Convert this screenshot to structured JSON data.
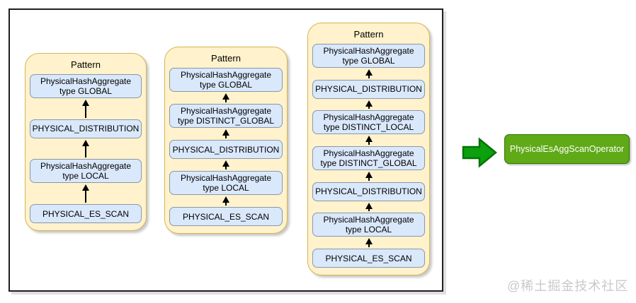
{
  "patterns": [
    {
      "title": "Pattern",
      "nodes": [
        [
          "PhysicalHashAggregate",
          "type GLOBAL"
        ],
        [
          "PHYSICAL_DISTRIBUTION"
        ],
        [
          "PhysicalHashAggregate",
          "type LOCAL"
        ],
        [
          "PHYSICAL_ES_SCAN"
        ]
      ]
    },
    {
      "title": "Pattern",
      "nodes": [
        [
          "PhysicalHashAggregate",
          "type GLOBAL"
        ],
        [
          "PhysicalHashAggregate",
          "type DISTINCT_GLOBAL"
        ],
        [
          "PHYSICAL_DISTRIBUTION"
        ],
        [
          "PhysicalHashAggregate",
          "type LOCAL"
        ],
        [
          "PHYSICAL_ES_SCAN"
        ]
      ]
    },
    {
      "title": "Pattern",
      "nodes": [
        [
          "PhysicalHashAggregate",
          "type GLOBAL"
        ],
        [
          "PHYSICAL_DISTRIBUTION"
        ],
        [
          "PhysicalHashAggregate",
          "type DISTINCT_LOCAL"
        ],
        [
          "PhysicalHashAggregate",
          "type DISTINCT_GLOBAL"
        ],
        [
          "PHYSICAL_DISTRIBUTION"
        ],
        [
          "PhysicalHashAggregate",
          "type LOCAL"
        ],
        [
          "PHYSICAL_ES_SCAN"
        ]
      ]
    }
  ],
  "result": {
    "label": "PhysicalEsAggScanOperator"
  },
  "watermark": {
    "text": "@稀土掘金技术社区"
  },
  "colors": {
    "pattern_fill": "#FFF2CC",
    "pattern_border": "#D6B656",
    "node_fill": "#DAE8FC",
    "node_border": "#8898A8",
    "arrow_black": "#000000",
    "transform_arrow_fill": "#0CA00C",
    "transform_arrow_border": "#067306",
    "result_fill": "#60A917",
    "result_border": "#2D7600",
    "result_text": "#FFFFFF",
    "frame_border": "#1F1F1F",
    "watermark_text": "#C9C9C9"
  }
}
